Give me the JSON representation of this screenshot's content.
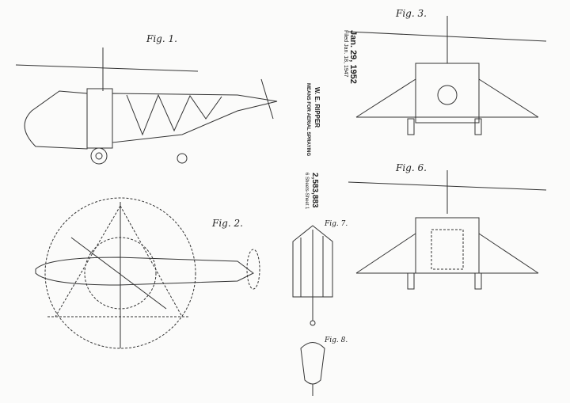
{
  "header": {
    "date": "Jan. 29, 1952",
    "filed": "Filed Jan. 18, 1947",
    "inventor": "W. E. RIPPER",
    "title": "MEANS FOR AERIAL SPRAYING",
    "patent_number": "2,583,883",
    "sheets": "6 Sheets-Sheet 1"
  },
  "figures": [
    "Fig. 1.",
    "Fig. 2.",
    "Fig. 3.",
    "Fig. 6.",
    "Fig. 7.",
    "Fig. 8."
  ]
}
